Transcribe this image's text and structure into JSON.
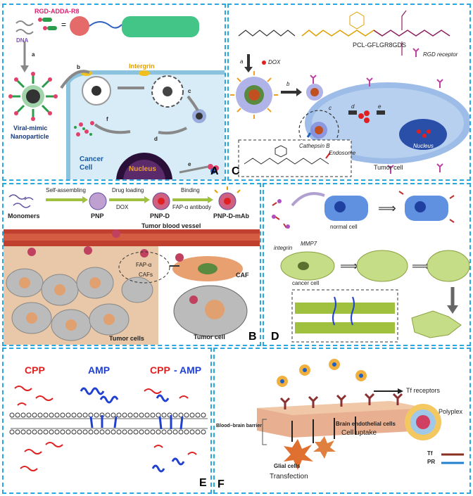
{
  "panels": {
    "A": {
      "label": "A",
      "formula_dna": "DNA",
      "formula_conj": "RGD-ADDA-R8",
      "step_a": "a",
      "step_b": "b",
      "step_c": "c",
      "step_d": "d",
      "step_e": "e",
      "step_f": "f",
      "integrin": "Intergrin",
      "particle_line1": "Viral-mimic",
      "particle_line2": "Nanoparticle",
      "cell_line1": "Cancer",
      "cell_line2": "Cell",
      "nucleus": "Nucleus"
    },
    "C": {
      "label": "C",
      "polymer_name": "PCL-GFLGR8GDS",
      "step_a": "a",
      "dox": "DOX",
      "step_b": "b",
      "step_c": "c",
      "step_d": "d",
      "step_e": "e",
      "rgd_receptor": "RGD receptor",
      "cathepsin": "Cathepsin B",
      "endosome": "Endosome",
      "nucleus": "Nucleus",
      "tumor_cell": "Tumor cell"
    },
    "B": {
      "label": "B",
      "self_assembling": "Self-assembling",
      "drug_loading": "Drug loading",
      "binding": "Binding",
      "dox": "DOX",
      "fap_antibody": "FAP-α antibody",
      "monomers": "Monomers",
      "pnp": "PNP",
      "pnp_d": "PNP-D",
      "pnp_d_mab": "PNP-D-mAb",
      "tumor_vessel": "Tumor blood vessel",
      "fap": "FAP-α",
      "cafs": "CAFs",
      "caf": "CAF",
      "tumor_cells": "Tumor cells",
      "tumor_cell": "Tumor cell"
    },
    "D": {
      "label": "D",
      "normal_cell": "normal cell",
      "integrin": "integrin",
      "mmp7": "MMP7",
      "cancer_cell": "cancer cell"
    },
    "E": {
      "label": "E",
      "cpp": "CPP",
      "amp": "AMP",
      "cpp2": "CPP",
      "dash": "-",
      "amp2": "AMP"
    },
    "F": {
      "label": "F",
      "tf_receptors": "Tf receptors",
      "polyplex": "Polyplex",
      "bbb": "Blood–brain barrier",
      "brain_cells": "Brain endothelial cells",
      "uptake": "Cell uptake",
      "glial": "Glial cells",
      "transfection": "Transfection",
      "tf": "Tf",
      "pr": "PR"
    }
  },
  "colors": {
    "border": "#29a8e0",
    "cpp_red": "#e02020",
    "amp_blue": "#2040d0",
    "cell_blue": "#b9d4ee",
    "cell_green": "#d6e8a8"
  }
}
